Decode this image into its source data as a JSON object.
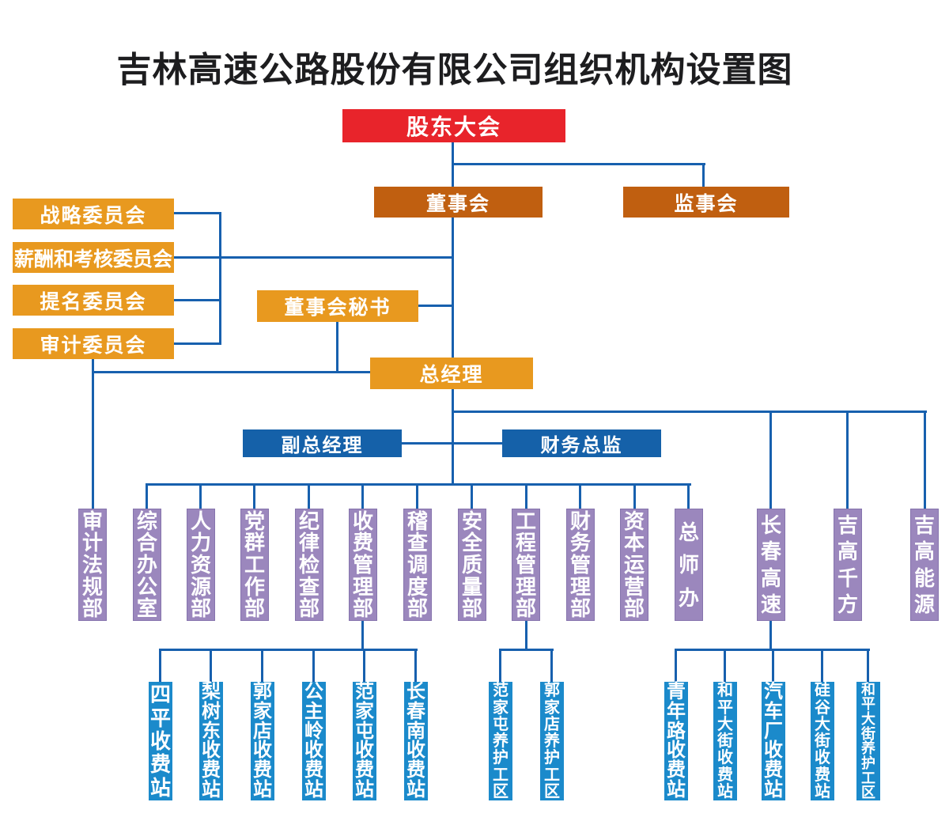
{
  "title": "吉林高速公路股份有限公司组织机构设置图",
  "colors": {
    "shareholders_red": "#e8242b",
    "board_dark_orange": "#c05f10",
    "management_orange": "#e8991f",
    "executive_blue": "#1561a9",
    "department_purple": "#9b87bd",
    "station_light_blue": "#1b8acb",
    "connector_line_blue": "#1760ae"
  },
  "org": {
    "shareholders_meeting": "股东大会",
    "board_of_directors": "董事会",
    "supervisory_board": "监事会",
    "committees": [
      "战略委员会",
      "薪酬和考核委员会",
      "提名委员会",
      "审计委员会"
    ],
    "board_secretary": "董事会秘书",
    "general_manager": "总经理",
    "deputy_general_manager": "副总经理",
    "finance_director": "财务总监",
    "departments": [
      "审计法规部",
      "综合办公室",
      "人力资源部",
      "党群工作部",
      "纪律检查部",
      "收费管理部",
      "稽查调度部",
      "安全质量部",
      "工程管理部",
      "财务管理部",
      "资本运营部",
      "总师办",
      "长春高速",
      "吉高千方",
      "吉高能源"
    ],
    "toll_stations": [
      "四平收费站",
      "梨树东收费站",
      "郭家店收费站",
      "公主岭收费站",
      "范家屯收费站",
      "长春南收费站",
      "范家屯养护工区",
      "郭家店养护工区",
      "青年路收费站",
      "和平大街收费站",
      "汽车厂收费站",
      "硅谷大街收费站",
      "和平大街养护工区"
    ]
  }
}
